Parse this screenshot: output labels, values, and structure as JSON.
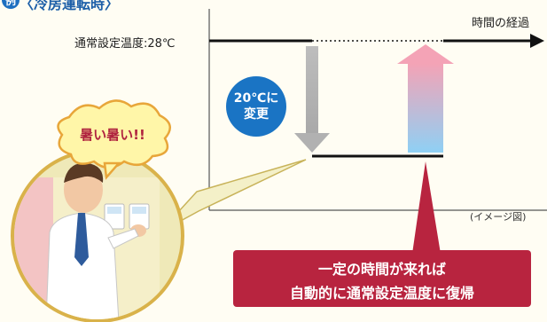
{
  "title": {
    "badge": "例",
    "text": "〈冷房運転時〉"
  },
  "axis": {
    "time_label": "時間の経過",
    "baseline_label": "通常設定温度:28℃"
  },
  "change_badge": {
    "line1": "20℃に",
    "line2": "変更"
  },
  "speech_bubble": "暑い暑い!!",
  "callout": {
    "line1": "一定の時間が来れば",
    "line2": "自動的に通常設定温度に復帰"
  },
  "caption": "(イメージ図)",
  "colors": {
    "line": "#111111",
    "down_arrow": "#b8b8b8",
    "up_arrow_top": "#f4a3b6",
    "up_arrow_bottom": "#8fd0f4",
    "callout": "#b8243f",
    "badge": "#1a74c4",
    "bubble": "#fff6a8"
  }
}
